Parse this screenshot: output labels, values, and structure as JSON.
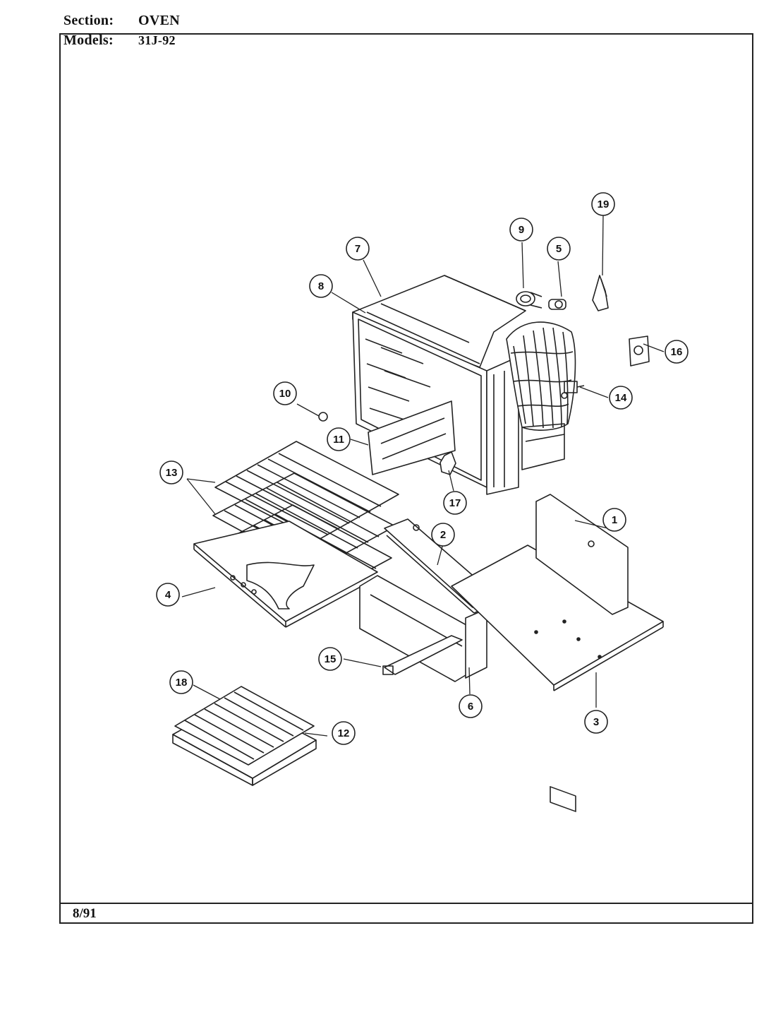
{
  "header": {
    "section_label": "Section:",
    "section_value": "OVEN",
    "models_label": "Models:",
    "models_value": "31J-92"
  },
  "footer": {
    "date": "8/91"
  },
  "callouts": [
    "1",
    "2",
    "3",
    "4",
    "5",
    "6",
    "7",
    "8",
    "9",
    "10",
    "11",
    "12",
    "13",
    "14",
    "15",
    "16",
    "17",
    "18",
    "19"
  ]
}
